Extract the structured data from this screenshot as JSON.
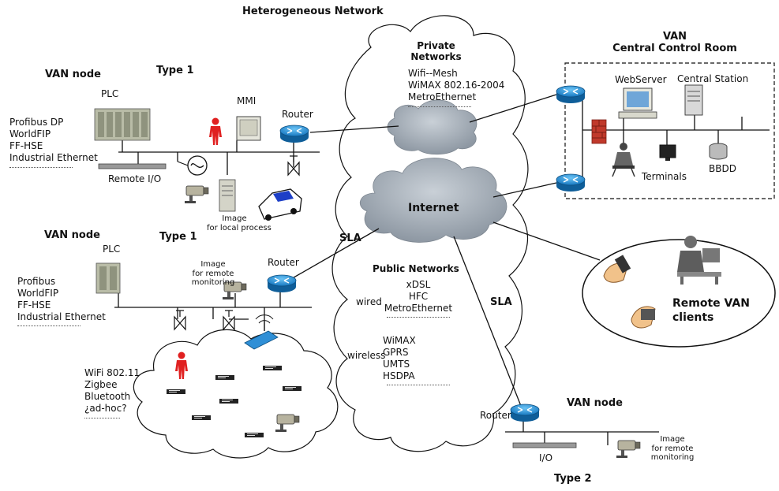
{
  "title": "Heterogeneous Network",
  "top_left_node": {
    "heading": "VAN node",
    "type": "Type 1",
    "plc": "PLC",
    "mmi": "MMI",
    "router": "Router",
    "protocols": [
      "Profibus DP",
      "WorldFIP",
      "FF-HSE",
      "Industrial Ethernet"
    ],
    "remote_io": "Remote I/O",
    "image_caption": [
      "Image",
      "for local process"
    ]
  },
  "middle_left_node": {
    "heading": "VAN node",
    "type": "Type 1",
    "plc": "PLC",
    "router": "Router",
    "protocols": [
      "Profibus",
      "WorldFIP",
      "FF-HSE",
      "Industrial Ethernet"
    ],
    "image_caption": [
      "Image",
      "for remote",
      "monitoring"
    ]
  },
  "wireless_cloud": {
    "protocols": [
      "WiFi 802.11",
      "Zigbee",
      "Bluetooth",
      "¿ad-hoc?"
    ]
  },
  "private_networks": {
    "title": [
      "Private",
      "Networks"
    ],
    "items": [
      "Wifi--Mesh",
      "WiMAX 802.16-2004",
      "MetroEthernet"
    ]
  },
  "internet": "Internet",
  "sla_left": "SLA",
  "sla_right": "SLA",
  "public_networks": {
    "title": "Public Networks",
    "wired_label": "wired",
    "wired_items": [
      "xDSL",
      "HFC",
      "MetroEthernet"
    ],
    "wireless_label": "wireless",
    "wireless_items": [
      "WiMAX",
      "GPRS",
      "UMTS",
      "HSDPA"
    ]
  },
  "control_room": {
    "title": [
      "VAN",
      "Central Control Room"
    ],
    "webserver": "WebServer",
    "central_station": "Central Station",
    "terminals": "Terminals",
    "bbdd": "BBDD"
  },
  "remote_clients": [
    "Remote VAN",
    "clients"
  ],
  "bottom_node": {
    "heading": "VAN node",
    "router": "Router",
    "io": "I/O",
    "image_caption": [
      "Image",
      "for remote",
      "monitoring"
    ],
    "type": "Type 2"
  },
  "colors": {
    "router": "#1f8fd6",
    "cloud": "#9aa3ad",
    "person": "#e02020",
    "firewall": "#c0392b",
    "line": "#111111"
  }
}
